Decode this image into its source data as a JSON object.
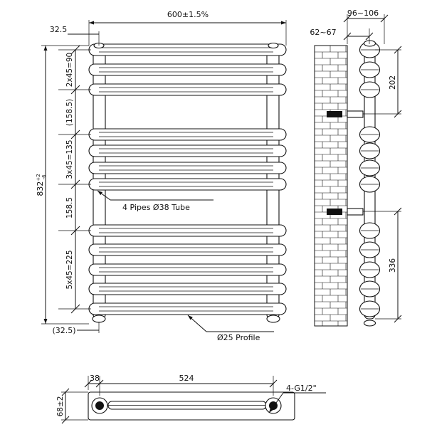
{
  "dimensions": {
    "overall_width": "600±1.5%",
    "edge_offset_top": "32.5",
    "edge_offset_bottom": "(32.5)",
    "group_top": "2x45=90",
    "gap_upper": "(158.5)",
    "group_middle": "3x45=135",
    "gap_lower": "158.5",
    "group_bottom": "5x45=225",
    "overall_height": "832",
    "overall_height_tol_plus": "+2",
    "overall_height_tol_minus": "-6",
    "wall_projection": "96~106",
    "wall_gap": "62~67",
    "bracket_top": "202",
    "bracket_bottom": "336",
    "plan_offset": "38",
    "plan_centres": "524",
    "plan_depth": "68±2"
  },
  "callouts": {
    "pipes": "4 Pipes Ø38 Tube",
    "profile": "Ø25 Profile",
    "connections": "4-G1/2\""
  }
}
